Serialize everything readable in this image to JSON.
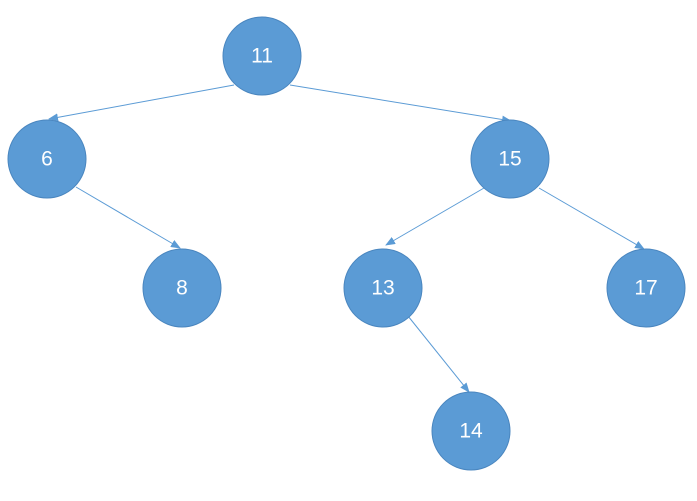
{
  "colors": {
    "node_fill": "#5b9bd5",
    "node_stroke": "#4a86bf",
    "edge": "#5b9bd5",
    "label": "#ffffff"
  },
  "tree": {
    "nodes": [
      {
        "id": "n11",
        "label": "11"
      },
      {
        "id": "n6",
        "label": "6"
      },
      {
        "id": "n15",
        "label": "15"
      },
      {
        "id": "n8",
        "label": "8"
      },
      {
        "id": "n13",
        "label": "13"
      },
      {
        "id": "n17",
        "label": "17"
      },
      {
        "id": "n14",
        "label": "14"
      }
    ],
    "edges": [
      {
        "from": "n11",
        "to": "n6"
      },
      {
        "from": "n11",
        "to": "n15"
      },
      {
        "from": "n6",
        "to": "n8"
      },
      {
        "from": "n15",
        "to": "n13"
      },
      {
        "from": "n15",
        "to": "n17"
      },
      {
        "from": "n13",
        "to": "n14"
      }
    ]
  }
}
